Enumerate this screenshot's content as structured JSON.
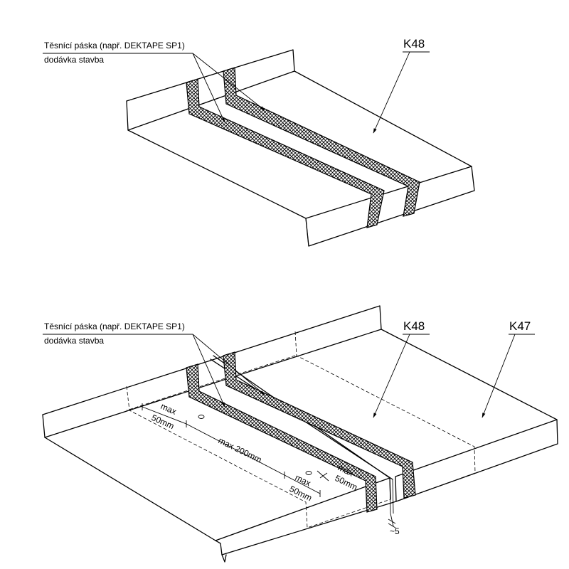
{
  "top_detail": {
    "tape_label_line1": "Těsnící páska (např. DEKTAPE SP1)",
    "tape_label_line2": "dodávka stavba",
    "ref_k48": "K48"
  },
  "bottom_detail": {
    "tape_label_line1": "Těsnící páska (např. DEKTAPE SP1)",
    "tape_label_line2": "dodávka stavba",
    "ref_k48": "K48",
    "ref_k47": "K47",
    "dim_max_a": "max",
    "dim_50mm_a": "50mm",
    "dim_max_200": "max 200mm",
    "dim_max_b": "max",
    "dim_50mm_b": "50mm",
    "dim_max_c": "max",
    "dim_50mm_c": "50mm",
    "dim_gap": "~5"
  }
}
